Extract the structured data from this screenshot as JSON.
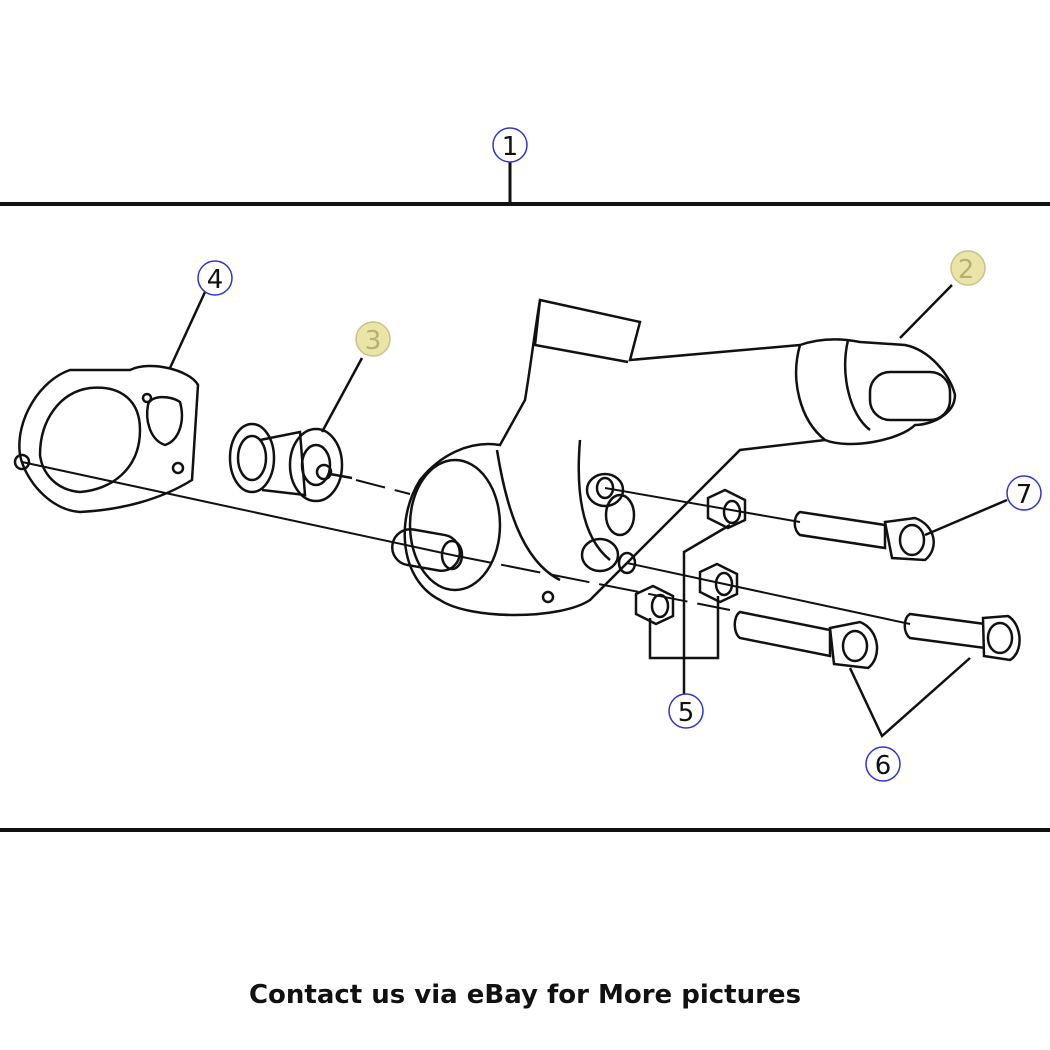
{
  "callouts": [
    {
      "id": "1",
      "highlight": false
    },
    {
      "id": "2",
      "highlight": true
    },
    {
      "id": "3",
      "highlight": true
    },
    {
      "id": "4",
      "highlight": false
    },
    {
      "id": "5",
      "highlight": false
    },
    {
      "id": "6",
      "highlight": false
    },
    {
      "id": "7",
      "highlight": false
    }
  ],
  "colors": {
    "callout_ring": "#3333cc",
    "highlight_fill": "#eae4a6",
    "line": "#111111"
  },
  "footer": {
    "text": "Contact us via eBay for More pictures"
  }
}
